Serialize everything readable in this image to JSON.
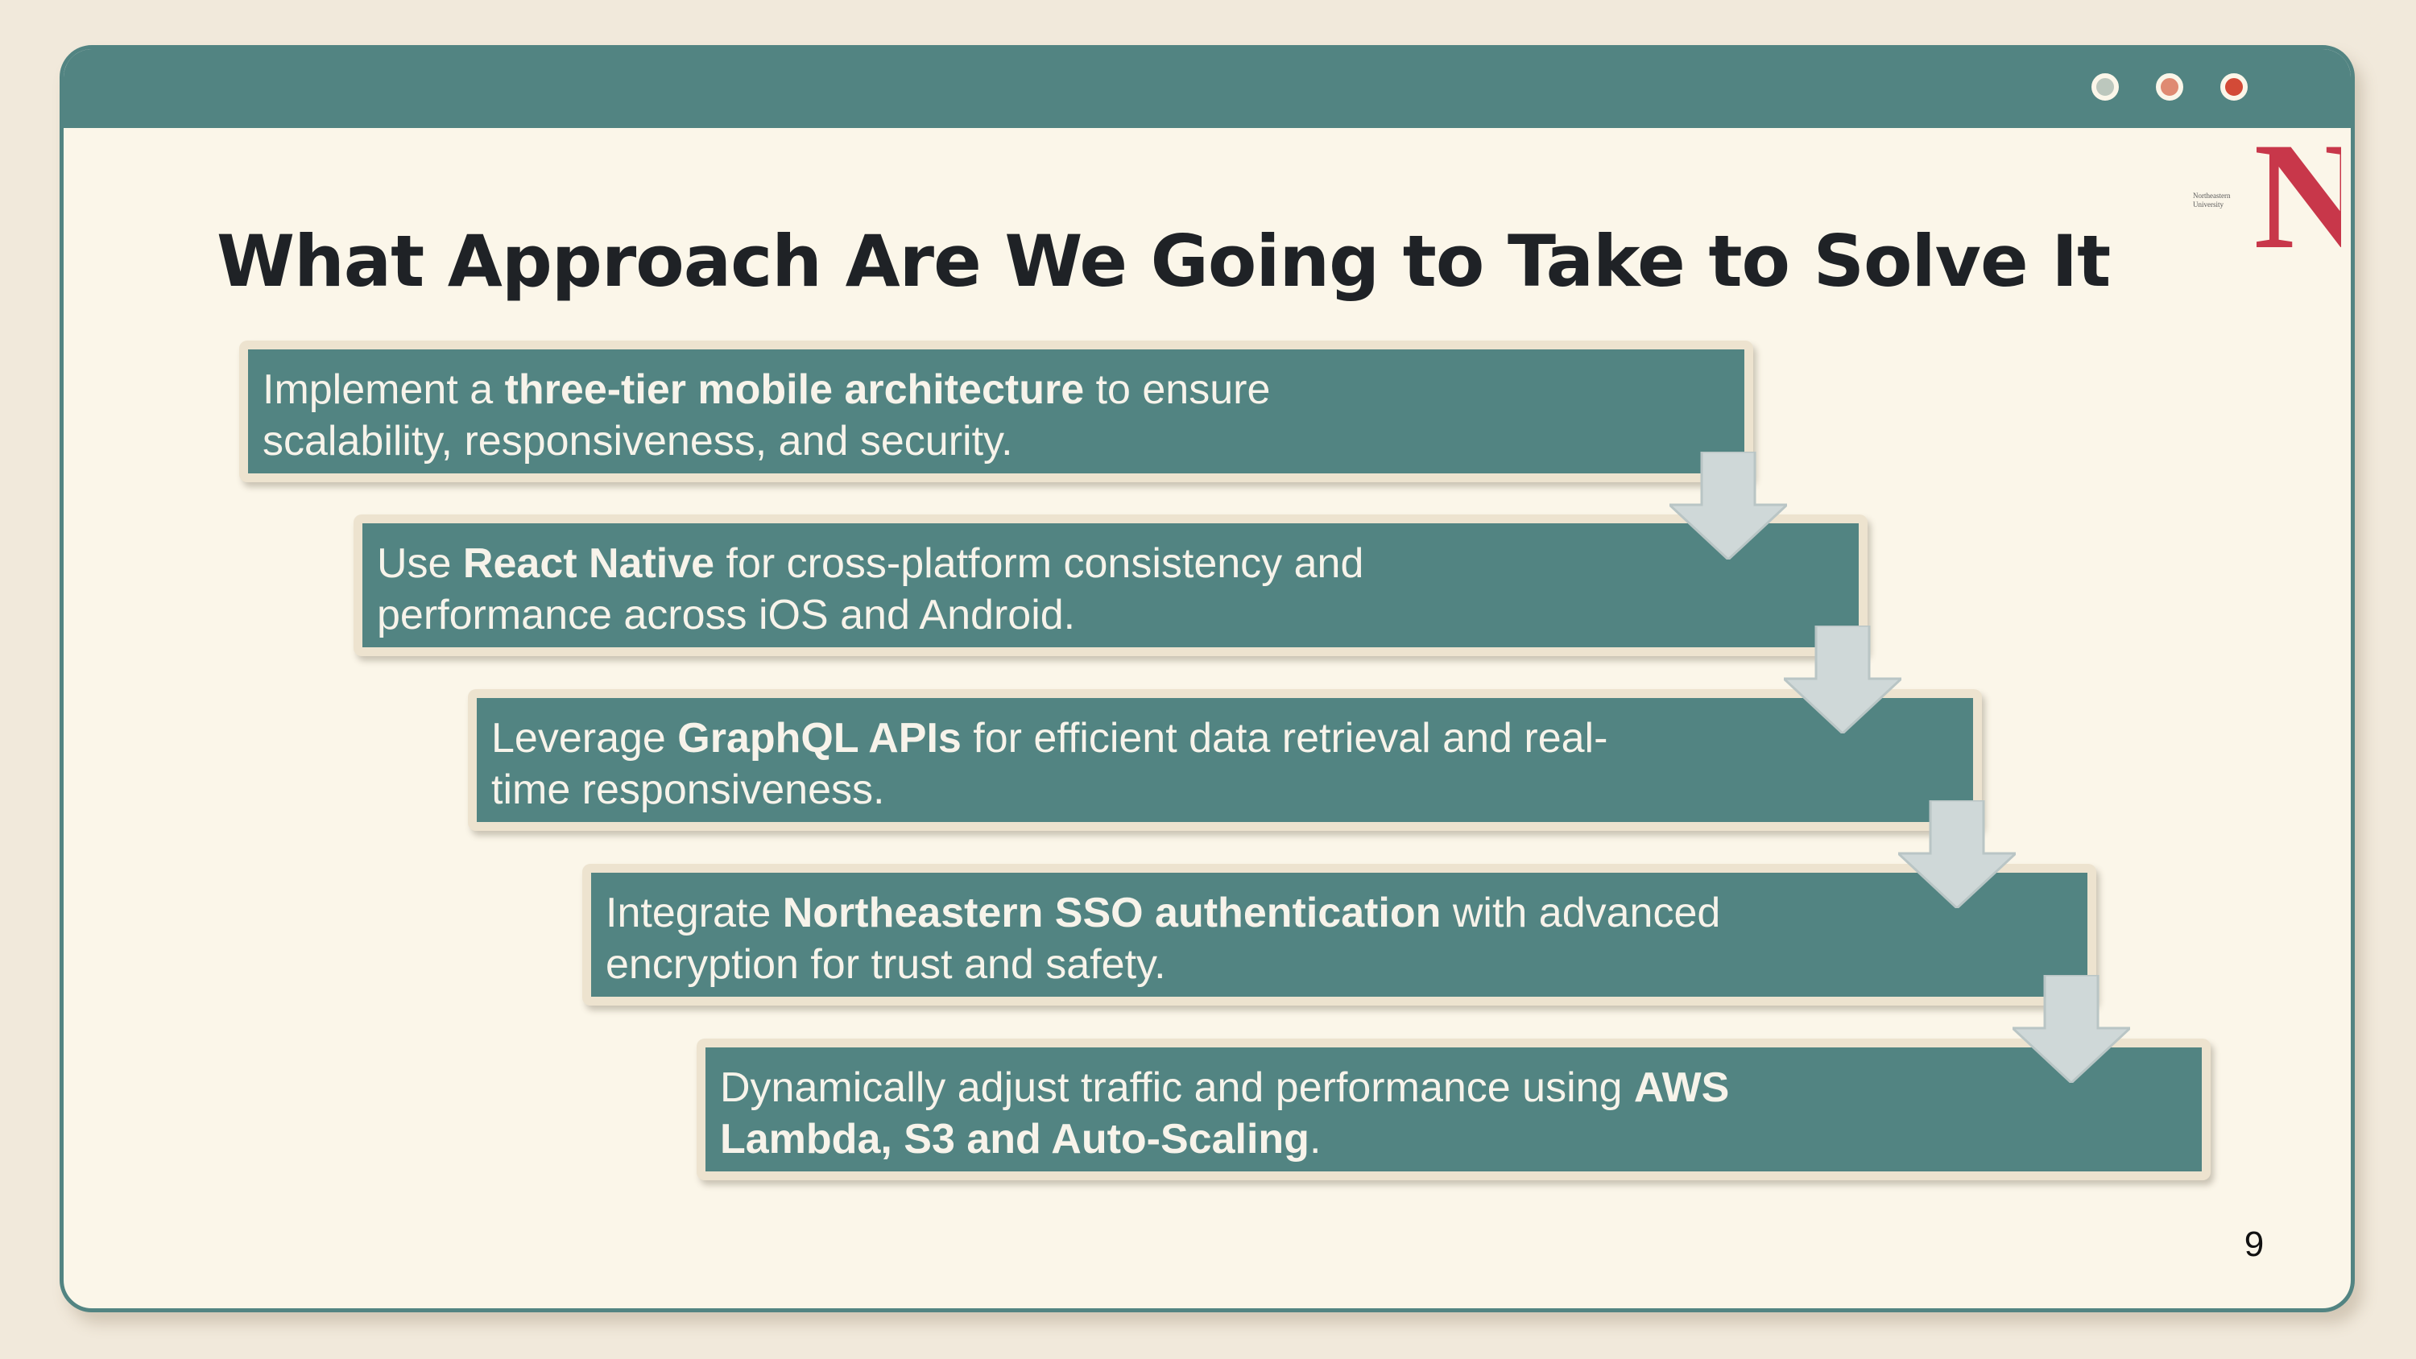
{
  "slide": {
    "title": "What Approach Are We Going to Take to Solve It",
    "page_number": "9"
  },
  "window_controls": [
    {
      "name": "gray-dot",
      "color": "#bcc7bd"
    },
    {
      "name": "salmon-dot",
      "color": "#df8a72"
    },
    {
      "name": "red-dot",
      "color": "#d34a37"
    }
  ],
  "logo": {
    "letter": "N",
    "caption_line1": "Northeastern",
    "caption_line2": "University",
    "color": "#c8374a"
  },
  "steps": [
    {
      "pre": "Implement a ",
      "bold": "three-tier mobile architecture",
      "post": " to ensure scalability, responsiveness, and security."
    },
    {
      "pre": "Use ",
      "bold": "React Native",
      "post": " for cross-platform consistency and performance across iOS and Android."
    },
    {
      "pre": "Leverage ",
      "bold": "GraphQL APIs",
      "post": " for efficient data retrieval and real-time responsiveness."
    },
    {
      "pre": "Integrate ",
      "bold": "Northeastern SSO authentication",
      "post": " with advanced encryption for trust and safety."
    },
    {
      "pre": "Dynamically adjust traffic and performance using ",
      "bold": "AWS Lambda, S3 and Auto-Scaling",
      "post": "."
    }
  ],
  "colors": {
    "accent_teal": "#528482",
    "background": "#fbf6e9",
    "arrow": "#cfd8d8",
    "title_text": "#1f2226"
  }
}
